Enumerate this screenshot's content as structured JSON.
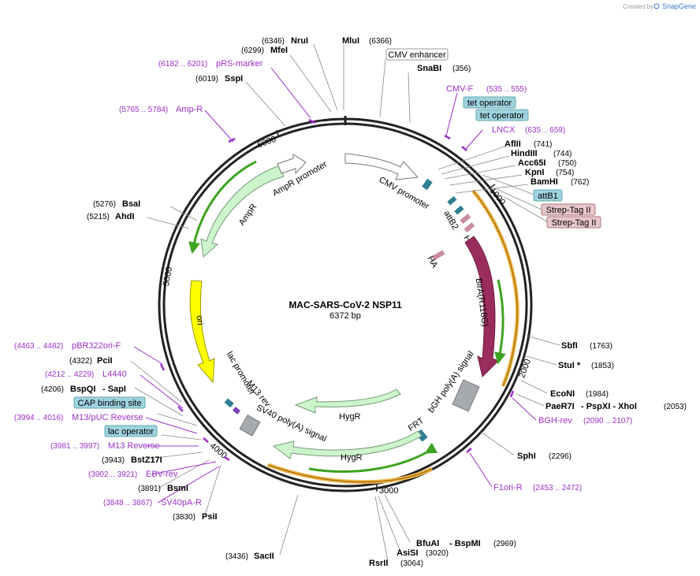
{
  "credit": {
    "prefix": "Created by",
    "brand": "SnapGene"
  },
  "plasmid": {
    "name": "MAC-SARS-CoV-2 NSP11",
    "size": "6372 bp"
  },
  "ticks": [
    "6000",
    "1000",
    "5000",
    "2000",
    "4000",
    "3000"
  ],
  "sites_top": [
    {
      "pos": "(6346)",
      "name": "NruI"
    },
    {
      "pos": "(6299)",
      "name": "MfeI"
    },
    {
      "pos": "(6019)",
      "name": "SspI"
    },
    {
      "pos": "(6366)",
      "name": "MluI",
      "pos_after": true
    },
    {
      "pos": "(356)",
      "name": "SnaBI",
      "pos_after": true
    }
  ],
  "sites_right": [
    {
      "name": "AflII",
      "pos": "(741)"
    },
    {
      "name": "HindIII",
      "pos": "(744)"
    },
    {
      "name": "Acc65I",
      "pos": "(750)"
    },
    {
      "name": "KpnI",
      "pos": "(754)"
    },
    {
      "name": "BamHI",
      "pos": "(762)"
    },
    {
      "name": "SbfI",
      "pos": "(1763)"
    },
    {
      "name": "StuI *",
      "pos": "(1853)"
    },
    {
      "name": "EcoNI",
      "pos": "(1984)"
    },
    {
      "name": "PaeR7I",
      "extra": "- PspXI  - XhoI",
      "pos": "(2053)"
    },
    {
      "name": "SphI",
      "pos": "(2296)"
    },
    {
      "name": "BfuAI",
      "extra": "- BspMI",
      "pos": "(2969)"
    },
    {
      "name": "AsiSI",
      "pos": "(3020)"
    },
    {
      "name": "RsrII",
      "pos": "(3064)"
    }
  ],
  "sites_left": [
    {
      "pos": "(5276)",
      "name": "BsaI"
    },
    {
      "pos": "(5215)",
      "name": "AhdI"
    },
    {
      "pos": "(4322)",
      "name": "PciI"
    },
    {
      "pos": "(4206)",
      "name": "BspQI",
      "extra": "- SapI"
    },
    {
      "pos": "(3943)",
      "name": "BstZ17I"
    },
    {
      "pos": "(3891)",
      "name": "BsmI"
    },
    {
      "pos": "(3830)",
      "name": "PsiI"
    },
    {
      "pos": "(3436)",
      "name": "SacII"
    }
  ],
  "primers": [
    {
      "range": "(6182 .. 6201)",
      "name": "pRS-marker"
    },
    {
      "range": "(5765 .. 5784)",
      "name": "Amp-R"
    },
    {
      "name": "CMV-F",
      "range": "(535 .. 555)"
    },
    {
      "name": "LNCX",
      "range": "(635 .. 659)"
    },
    {
      "name": "BGH-rev",
      "range": "(2090 .. 2107)"
    },
    {
      "name": "F1ori-R",
      "range": "(2453 .. 2472)"
    },
    {
      "range": "(4463 .. 4482)",
      "name": "pBR322ori-F"
    },
    {
      "range": "(4212 .. 4229)",
      "name": "L4440"
    },
    {
      "range": "(3994 .. 4016)",
      "name": "M13/pUC Reverse"
    },
    {
      "range": "(3981 .. 3997)",
      "name": "M13 Reverse"
    },
    {
      "range": "(3902 .. 3921)",
      "name": "EBV-rev"
    },
    {
      "range": "(3848 .. 3867)",
      "name": "SV40pA-R"
    }
  ],
  "boxed": {
    "cmv_enhancer": "CMV enhancer",
    "tet_operator_1": "tet operator",
    "tet_operator_2": "tet operator",
    "attB1": "attB1",
    "strep_1": "Strep-Tag II",
    "strep_2": "Strep-Tag II",
    "cap_site": "CAP binding site",
    "lac_operator": "lac operator"
  },
  "features": {
    "cmv_promoter": "CMV promoter",
    "attB2": "attB2",
    "ha1": "HA",
    "ha2": "HA",
    "birA": "BirA(R118G)",
    "bgh": "bGH poly(A) signal",
    "frt": "FRT",
    "hygr1": "HygR",
    "hygr2": "HygR",
    "sv40": "SV40 poly(A) signal",
    "m13rev": "M13 rev",
    "lac_promoter": "lac promoter",
    "ori": "ori",
    "ampr": "AmpR",
    "ampr_promoter": "AmpR promoter"
  },
  "colors": {
    "backbone": "#222222",
    "promoter": "#ffffff",
    "ampr": "#ccf5cc",
    "ori": "#ffff00",
    "birA": "#9b2c5e",
    "bgh": "#a6a9ad",
    "teal": "#2f7f92",
    "pink": "#c98ba0",
    "orange": "#f0b850",
    "green_line": "#3ea321",
    "primer": "#9b30c8",
    "box_blue": "#9fd3e0",
    "box_pink": "#e8c6cc"
  }
}
